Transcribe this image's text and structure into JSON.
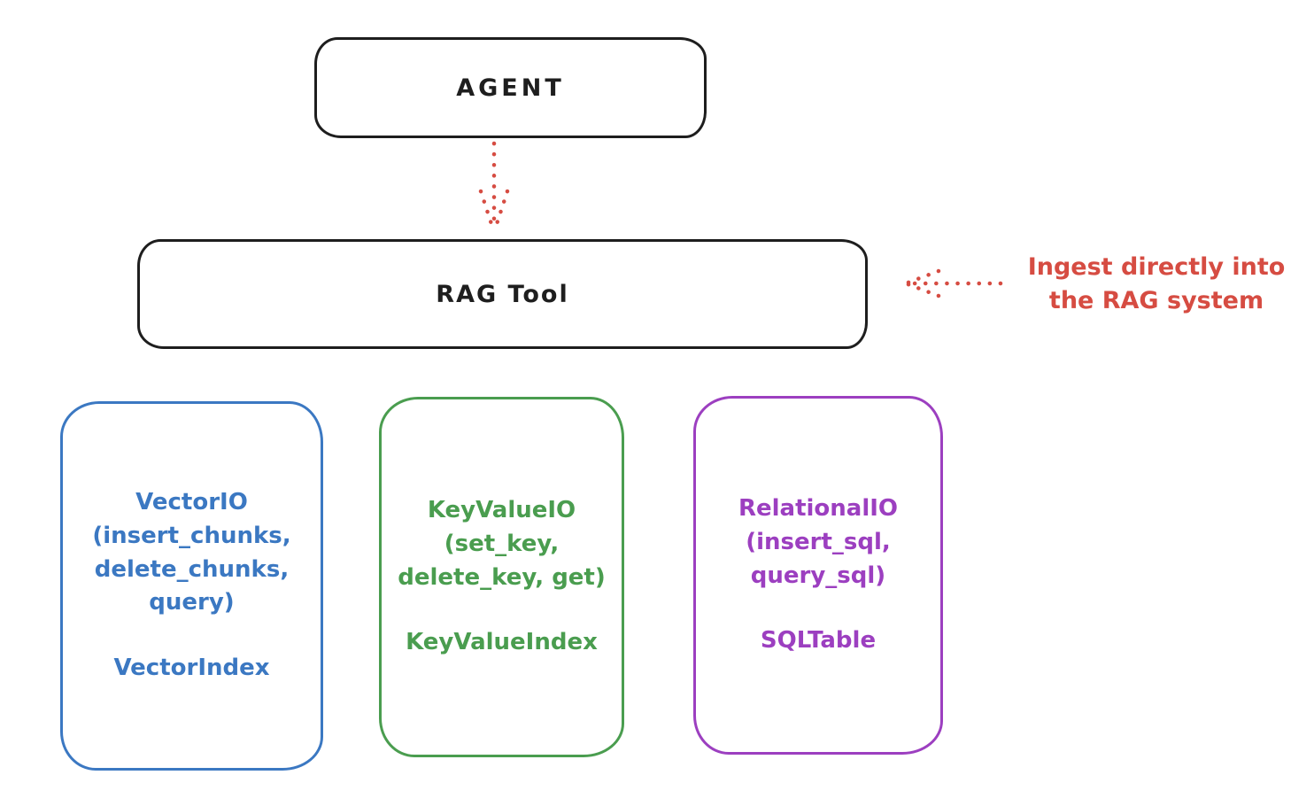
{
  "diagram": {
    "background_color": "#ffffff",
    "stroke_black": "#1e1e1e",
    "accent_red": "#d64c42",
    "agent_box": {
      "label": "AGENT",
      "stroke_color": "#1e1e1e"
    },
    "rag_tool_box": {
      "label": "RAG Tool",
      "stroke_color": "#1e1e1e"
    },
    "annotation": {
      "text": "Ingest directly into\nthe RAG system",
      "color": "#d64c42"
    },
    "arrows": [
      {
        "name": "agent-to-rag-tool",
        "style": "dotted",
        "color": "#d64c42",
        "direction": "down"
      },
      {
        "name": "annotation-to-rag-tool",
        "style": "dotted",
        "color": "#d64c42",
        "direction": "left"
      }
    ],
    "io_boxes": [
      {
        "title": "VectorIO\n(insert_chunks,\ndelete_chunks,\nquery)",
        "index_label": "VectorIndex",
        "color": "#3b78c2"
      },
      {
        "title": "KeyValueIO\n(set_key,\ndelete_key, get)",
        "index_label": "KeyValueIndex",
        "color": "#4a9d4f"
      },
      {
        "title": "RelationalIO\n(insert_sql,\nquery_sql)",
        "index_label": "SQLTable",
        "color": "#9c3fc0"
      }
    ]
  }
}
